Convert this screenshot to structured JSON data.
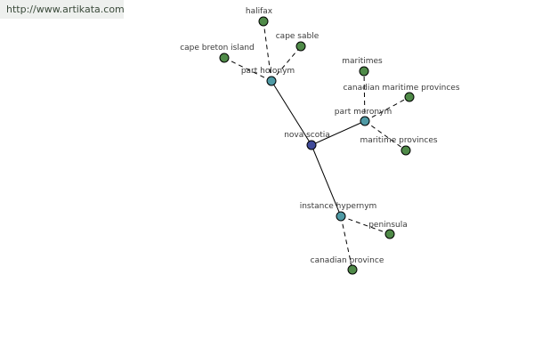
{
  "site_url": "http://www.artikata.com",
  "colors": {
    "root": "#3f4a99",
    "relation": "#4f9aa5",
    "term": "#4f8a48",
    "edge": "#000000"
  },
  "graph": {
    "nodes": [
      {
        "id": "nova-scotia",
        "label": "nova scotia",
        "kind": "root"
      },
      {
        "id": "part-holonym",
        "label": "part holonym",
        "kind": "relation"
      },
      {
        "id": "part-meronym",
        "label": "part meronym",
        "kind": "relation"
      },
      {
        "id": "instance-hypernym",
        "label": "instance hypernym",
        "kind": "relation"
      },
      {
        "id": "halifax",
        "label": "halifax",
        "kind": "term"
      },
      {
        "id": "cape-sable",
        "label": "cape sable",
        "kind": "term"
      },
      {
        "id": "cape-breton-island",
        "label": "cape breton island",
        "kind": "term"
      },
      {
        "id": "maritimes",
        "label": "maritimes",
        "kind": "term"
      },
      {
        "id": "canadian-maritime-provinces",
        "label": "canadian maritime provinces",
        "kind": "term"
      },
      {
        "id": "maritime-provinces",
        "label": "maritime provinces",
        "kind": "term"
      },
      {
        "id": "peninsula",
        "label": "peninsula",
        "kind": "term"
      },
      {
        "id": "canadian-province",
        "label": "canadian province",
        "kind": "term"
      }
    ],
    "edges": [
      {
        "from": "nova-scotia",
        "to": "part-holonym",
        "style": "solid"
      },
      {
        "from": "nova-scotia",
        "to": "part-meronym",
        "style": "solid"
      },
      {
        "from": "nova-scotia",
        "to": "instance-hypernym",
        "style": "solid"
      },
      {
        "from": "part-holonym",
        "to": "halifax",
        "style": "dashed"
      },
      {
        "from": "part-holonym",
        "to": "cape-sable",
        "style": "dashed"
      },
      {
        "from": "part-holonym",
        "to": "cape-breton-island",
        "style": "dashed"
      },
      {
        "from": "part-meronym",
        "to": "maritimes",
        "style": "dashed"
      },
      {
        "from": "part-meronym",
        "to": "canadian-maritime-provinces",
        "style": "dashed"
      },
      {
        "from": "part-meronym",
        "to": "maritime-provinces",
        "style": "dashed"
      },
      {
        "from": "instance-hypernym",
        "to": "peninsula",
        "style": "dashed"
      },
      {
        "from": "instance-hypernym",
        "to": "canadian-province",
        "style": "dashed"
      }
    ]
  }
}
